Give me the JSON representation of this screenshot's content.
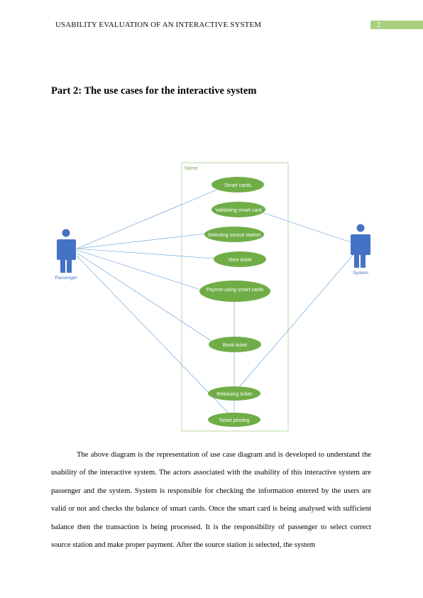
{
  "header": {
    "title": "USABILITY EVALUATION OF AN INTERACTIVE SYSTEM",
    "page_number": "2"
  },
  "section": {
    "heading": "Part 2: The use cases for the interactive system"
  },
  "diagram": {
    "boundary_label": "Name",
    "actors": {
      "passenger": "Passenger",
      "system": "System"
    },
    "use_cases": [
      "Smart cards",
      "Validating smart card",
      "Selecting source station",
      "View ticket",
      "Paymet using smart cards",
      "Book ticket",
      "Releasing ticket",
      "Ticket printing"
    ],
    "colors": {
      "use_case_fill": "#70ad47",
      "boundary_stroke": "#a9d18e",
      "actor_fill": "#4472c4",
      "line_color": "#5b9bd5"
    }
  },
  "body": {
    "paragraph": "The above diagram is the representation of use case diagram and is developed to understand the usability of the interactive system. The actors associated with the usability of this interactive system are passenger and the system. System is responsible for checking the information entered by the users are valid or not and checks the balance of smart cards. Once the smart card is being analysed with sufficient balance then the transaction is being processed. It is the responsibility of passenger to select correct source station and make proper payment. After the source station is selected, the system"
  }
}
